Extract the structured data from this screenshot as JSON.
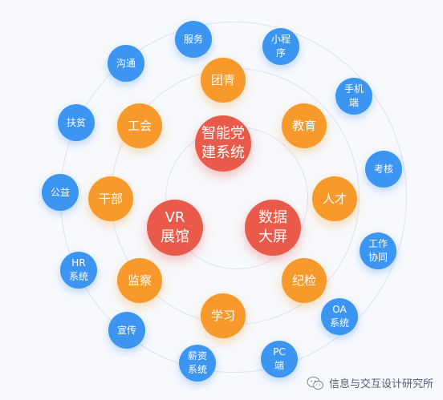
{
  "center_nodes": [
    {
      "id": "party",
      "label": "智能党\n建系统"
    },
    {
      "id": "vr",
      "label": "VR\n展馆"
    },
    {
      "id": "screen",
      "label": "数据\n大屏"
    }
  ],
  "middle_nodes": [
    {
      "id": "tuanqing",
      "label": "团青"
    },
    {
      "id": "jiaoyu",
      "label": "教育"
    },
    {
      "id": "rencai",
      "label": "人才"
    },
    {
      "id": "jijian",
      "label": "纪检"
    },
    {
      "id": "xuexi",
      "label": "学习"
    },
    {
      "id": "jiancha",
      "label": "监察"
    },
    {
      "id": "ganbu",
      "label": "干部"
    },
    {
      "id": "gonghui",
      "label": "工会"
    }
  ],
  "outer_nodes": [
    {
      "id": "fuwu",
      "label": "服务"
    },
    {
      "id": "xiaochengxu",
      "label": "小程\n序"
    },
    {
      "id": "shoujiduan",
      "label": "手机\n端"
    },
    {
      "id": "kaohe",
      "label": "考核"
    },
    {
      "id": "gongzuo",
      "label": "工作\n协同"
    },
    {
      "id": "oa",
      "label": "OA\n系统"
    },
    {
      "id": "pc",
      "label": "PC\n端"
    },
    {
      "id": "xinzi",
      "label": "薪资\n系统"
    },
    {
      "id": "xuanchuan",
      "label": "宣传"
    },
    {
      "id": "hr",
      "label": "HR\n系统"
    },
    {
      "id": "gongyi",
      "label": "公益"
    },
    {
      "id": "fupin",
      "label": "扶贫"
    },
    {
      "id": "goutong",
      "label": "沟通"
    }
  ],
  "watermark": {
    "text": "信息与交互设计研究所",
    "icon": "wechat-icon"
  },
  "colors": {
    "center": "#ea5a4a",
    "middle": "#f79a2b",
    "outer": "#3d95f2",
    "ring": "#d9e2ee"
  }
}
